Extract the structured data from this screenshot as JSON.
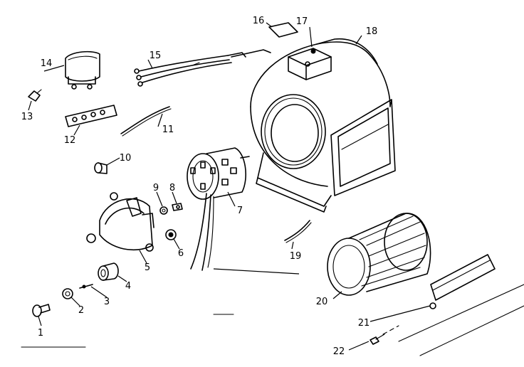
{
  "callouts": [
    {
      "id": "1",
      "text": "1"
    },
    {
      "id": "2",
      "text": "2"
    },
    {
      "id": "3",
      "text": "3"
    },
    {
      "id": "4",
      "text": "4"
    },
    {
      "id": "5",
      "text": "5"
    },
    {
      "id": "6",
      "text": "6"
    },
    {
      "id": "7",
      "text": "7"
    },
    {
      "id": "8",
      "text": "8"
    },
    {
      "id": "9",
      "text": "9"
    },
    {
      "id": "10",
      "text": "10"
    },
    {
      "id": "11",
      "text": "11"
    },
    {
      "id": "12",
      "text": "12"
    },
    {
      "id": "13",
      "text": "13"
    },
    {
      "id": "14",
      "text": "14"
    },
    {
      "id": "15",
      "text": "15"
    },
    {
      "id": "16",
      "text": "16"
    },
    {
      "id": "17",
      "text": "17"
    },
    {
      "id": "18",
      "text": "18"
    },
    {
      "id": "19",
      "text": "19"
    },
    {
      "id": "20",
      "text": "20"
    },
    {
      "id": "21",
      "text": "21"
    },
    {
      "id": "22",
      "text": "22"
    }
  ]
}
